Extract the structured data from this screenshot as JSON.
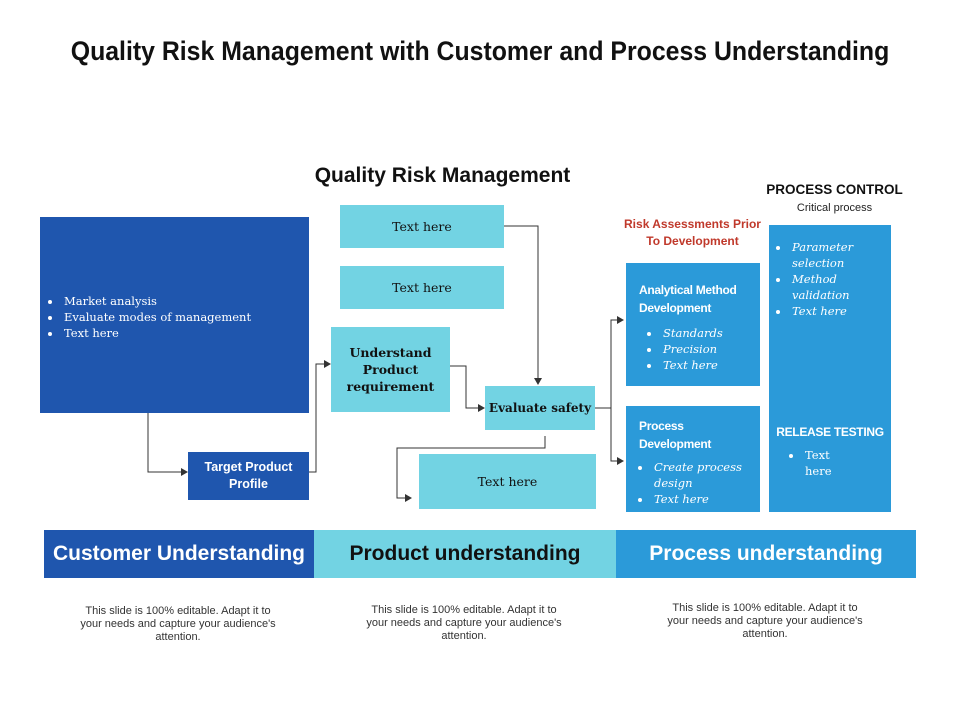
{
  "title": "Quality Risk Management with Customer and Process Understanding",
  "subtitle": "Quality Risk Management",
  "customer_box": {
    "items": [
      "Market analysis",
      "Evaluate modes of management",
      "Text here"
    ]
  },
  "target_profile": "Target Product Profile",
  "text_boxes": [
    "Text here",
    "Text here",
    "Text here"
  ],
  "understand_box": "Understand Product requirement",
  "evaluate_box": "Evaluate safety",
  "risk_heading": "Risk Assessments Prior To Development",
  "analytical": {
    "title": "Analytical Method Development",
    "items": [
      "Standards",
      "Precision",
      "Text here"
    ]
  },
  "process_dev": {
    "title": "Process Development",
    "items": [
      "Create process design",
      "Text here"
    ]
  },
  "process_control": {
    "title": "PROCESS CONTROL",
    "subtitle": "Critical process",
    "items": [
      "Parameter selection",
      "Method validation",
      "Text here"
    ],
    "release_title": "RELEASE TESTING",
    "release_items": [
      "Text here"
    ]
  },
  "bands": [
    "Customer Understanding",
    "Product understanding",
    "Process understanding"
  ],
  "notes": [
    "This slide is 100% editable. Adapt it to your needs and capture your audience's attention.",
    "This slide is 100% editable. Adapt it to your needs and capture your audience's attention.",
    "This slide is 100% editable. Adapt it to your needs and capture your audience's attention."
  ],
  "colors": {
    "dark_blue": "#1f56ae",
    "light_cyan": "#72d3e3",
    "mid_blue": "#2b9ad9",
    "red": "#c0392b"
  }
}
